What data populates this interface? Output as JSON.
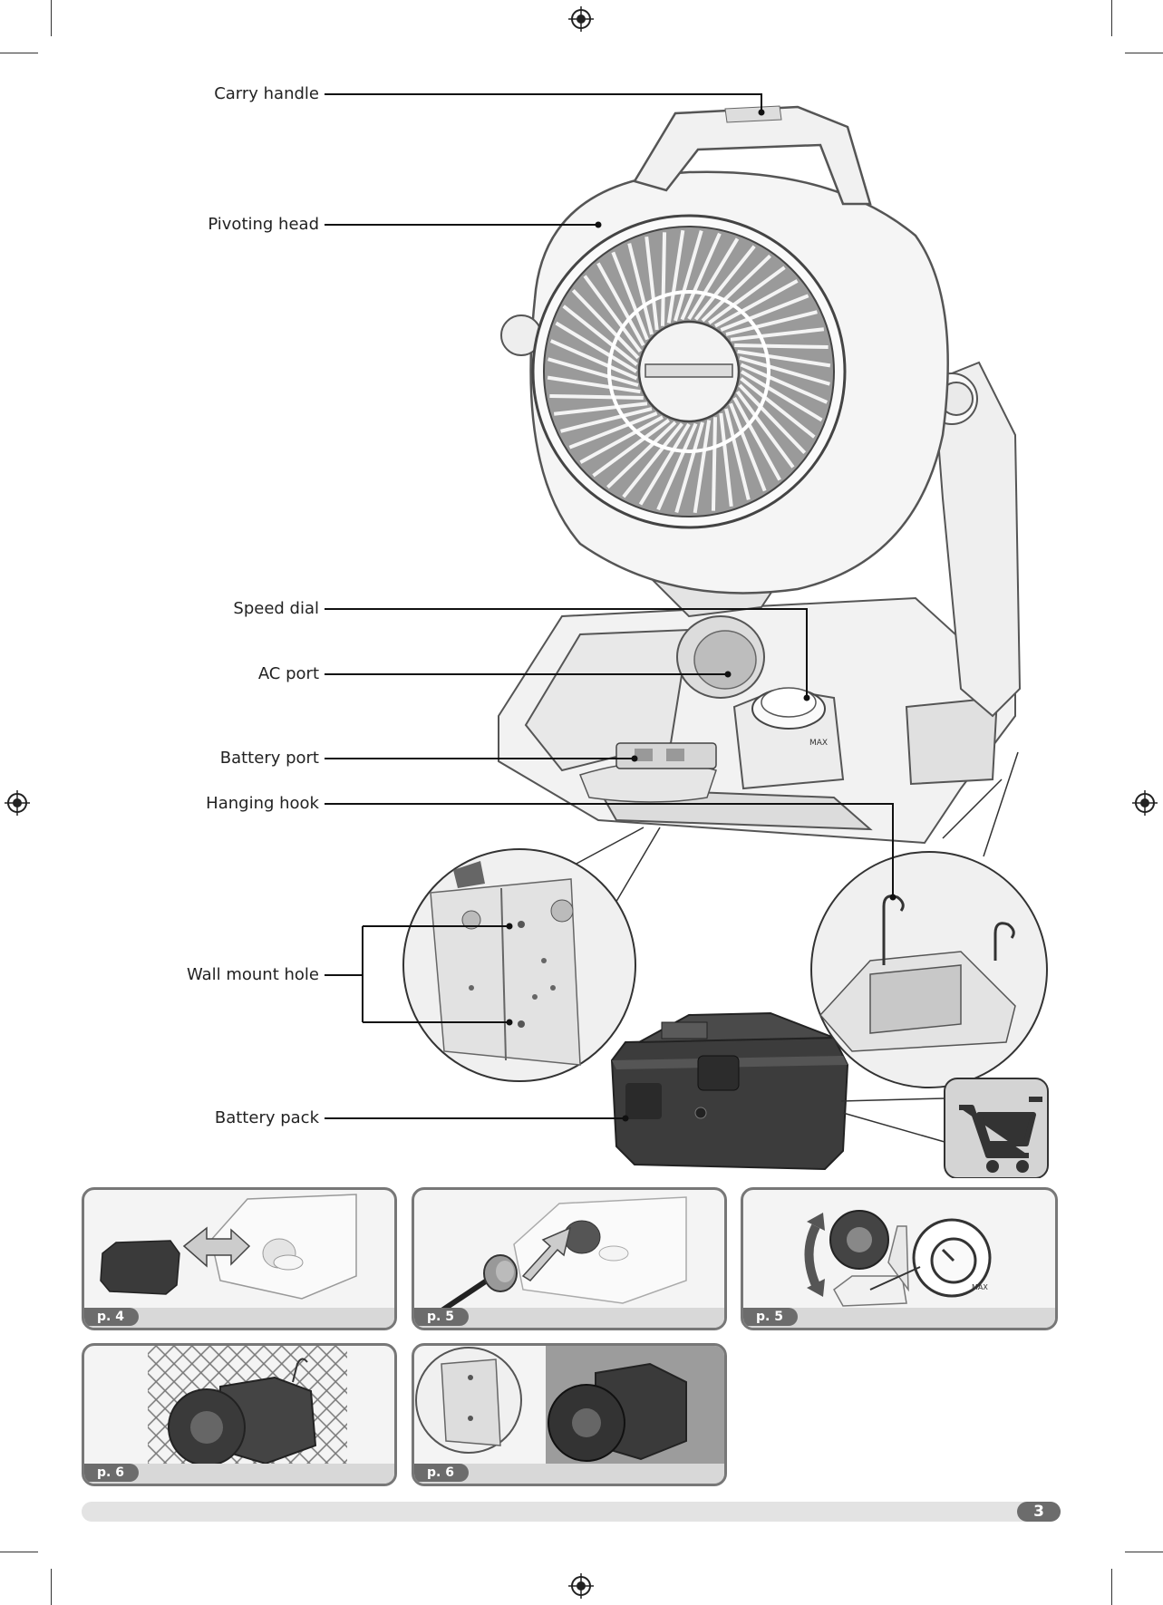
{
  "labels": {
    "carry_handle": "Carry handle",
    "pivoting_head": "Pivoting head",
    "speed_dial": "Speed dial",
    "ac_port": "AC port",
    "battery_port": "Battery port",
    "hanging_hook": "Hanging hook",
    "wall_mount_hole": "Wall mount hole",
    "battery_pack": "Battery pack"
  },
  "panels": [
    {
      "page": "p. 4"
    },
    {
      "page": "p. 5"
    },
    {
      "page": "p. 5"
    },
    {
      "page": "p. 6"
    },
    {
      "page": "p. 6"
    }
  ],
  "dial_label": "MAX",
  "icons": [
    "shopping-cart-icon",
    "registration-mark-icon",
    "rotate-arrow-icon"
  ],
  "page_number": "3",
  "colors": {
    "tag_gray": "#6c6c6c",
    "panel_border": "#777777",
    "footer_bar": "#e3e3e3"
  }
}
